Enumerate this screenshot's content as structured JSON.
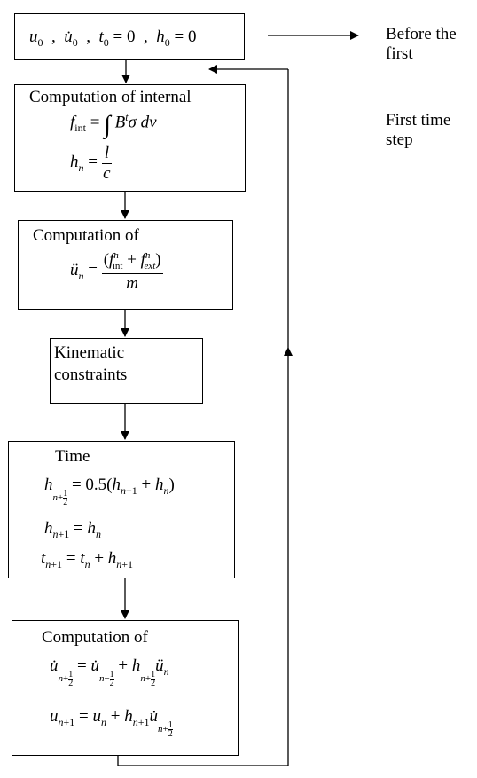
{
  "notes": {
    "before_first_line1": "Before the",
    "before_first_line2": "first",
    "first_time_step_line1": "First time",
    "first_time_step_line2": "step"
  },
  "blocks": {
    "internal": {
      "title": "Computation of internal"
    },
    "acceleration": {
      "title": "Computation of"
    },
    "constraints": {
      "title_line1": "Kinematic",
      "title_line2": "constraints"
    },
    "time": {
      "title": "Time"
    },
    "velocity": {
      "title": "Computation of"
    }
  },
  "equations": {
    "init": "u0 , u̇0 , t0 = 0 , h0 = 0",
    "f_int": "f_int = ∫ B^t σ dv",
    "h_n": "h_n = l / c",
    "accel": "ü_n = (f_int^n + f_ext^n) / m",
    "h_half": "h_{n+1/2} = 0.5(h_{n−1} + h_n)",
    "h_next": "h_{n+1} = h_n",
    "t_next": "t_{n+1} = t_n + h_{n+1}",
    "v_half": "u̇_{n+1/2} = u̇_{n−1/2} + h_{n+1/2} ü_n",
    "u_next": "u_{n+1} = u_n + h_{n+1} u̇_{n+1/2}"
  }
}
